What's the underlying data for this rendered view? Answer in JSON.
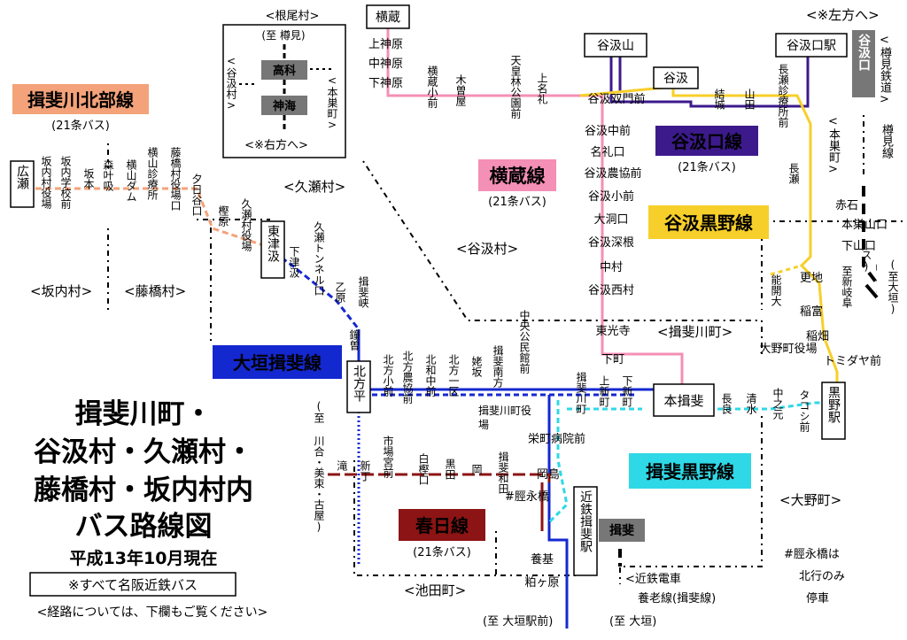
{
  "title": {
    "lines": [
      "揖斐川町・",
      "谷汲村・久瀬村・",
      "藤橋村・坂内村内",
      "バス路線図"
    ],
    "date": "平成13年10月現在",
    "operator_note": "※すべて名阪近鉄バス",
    "route_note": "<経路については、下欄もご覧ください>"
  },
  "lines": {
    "ibigawa_hokubu": {
      "name": "揖斐川北部線",
      "sub": "(21条バス)",
      "color": "#f4a27a"
    },
    "yokokura": {
      "name": "横蔵線",
      "sub": "(21条バス)",
      "color": "#f48fb5"
    },
    "tanigumi_guchi": {
      "name": "谷汲口線",
      "sub": "(21条バス)",
      "color": "#3c1a8c"
    },
    "tanigumi_kurono": {
      "name": "谷汲黒野線",
      "color": "#f7cf2a"
    },
    "ogaki_ibi": {
      "name": "大垣揖斐線",
      "color": "#1428d0"
    },
    "ibi_kurono": {
      "name": "揖斐黒野線",
      "color": "#2fd8e6"
    },
    "kasuga": {
      "name": "春日線",
      "sub": "(21条バス)",
      "color": "#8c1414"
    }
  },
  "municipalities": {
    "sakauchi": "<坂内村>",
    "fujihashi": "<藤橋村>",
    "kuse": "<久瀬村>",
    "tanigumi": "<谷汲村>",
    "ibigawa": "<揖斐川町>",
    "ono": "<大野町>",
    "ikeda": "<池田町>",
    "left_top": "<※左方へ>",
    "neo_top": "<根尾村>"
  },
  "inset": {
    "top": "<根尾村>",
    "dest": "(至 樽見)",
    "stops": [
      "高科",
      "神海"
    ],
    "left": "<谷汲村>",
    "right": "<本巣町>",
    "bottom": "<※右方へ>"
  },
  "stations": {
    "tanigumi_station": "谷汲口駅",
    "tanigumi_rail": "谷汲口",
    "tarumi_line": "<樽見鉄道>",
    "tarumi_sen": "樽見線",
    "honsu_cho": "<本巣町>",
    "gifu_bus": "(岐阜バス)",
    "to_shingifu": "至新岐阜",
    "to_ogaki_r": "(至大垣)",
    "kintetsu_ibi": "近鉄揖斐駅",
    "ibi_rail": "揖斐",
    "kintetsu_line1": "<近鉄電車",
    "kintetsu_line2": "養老線(揖斐線)",
    "to_ogaki_b": "(至 大垣)",
    "to_ogaki_st": "(至 大垣駅前)",
    "to_kawai": "(至 川合・美束・古屋)",
    "honibi": "本揖斐",
    "kurono": "黒野駅",
    "hatonagabashi1": "#脛永橋は",
    "hatonagabashi2": "北行のみ",
    "hatonagabashi3": "停車"
  },
  "stops": {
    "hokubu": [
      "広瀬",
      "坂内村役場",
      "坂内学校前",
      "坂本",
      "森叶吸",
      "横山ダム",
      "横山診療所",
      "藤橋村役場口",
      "夕日谷口",
      "樫原",
      "久瀬村役場",
      "東津汲",
      "下津汲",
      "久瀬トンネル口",
      "乙原",
      "揖斐峡"
    ],
    "yokokura": [
      "横蔵",
      "上神原",
      "中神原",
      "下神原",
      "横蔵小前",
      "木曽屋",
      "天皇林公園前",
      "上名礼",
      "谷汲双門前",
      "谷汲中前",
      "名礼口",
      "谷汲農協前",
      "谷汲小前",
      "大洞口",
      "谷汲深根",
      "中村",
      "谷汲西村",
      "東光寺",
      "下町"
    ],
    "tanigumi": [
      "谷汲山",
      "谷汲",
      "結城",
      "山田",
      "長瀬診療所前",
      "長瀬",
      "赤石",
      "本巣山口",
      "下山口",
      "更地",
      "能開大",
      "稲富",
      "稲畑",
      "大野町役場",
      "トミダヤ前"
    ],
    "ogaki": [
      "鐘曽",
      "北方平",
      "北方小前",
      "北方農協前",
      "北和中前",
      "北方一区",
      "姥坂",
      "揖斐南方",
      "中央公民館前",
      "揖斐川町",
      "上新町",
      "下新町",
      "揖斐川町役場",
      "栄町病院前",
      "養基",
      "粕ヶ原"
    ],
    "kurono": [
      "長良",
      "清水",
      "中之元",
      "タコシ前"
    ],
    "kasuga": [
      "滝",
      "新丁",
      "市場宮前",
      "白樫口",
      "黒田",
      "岡",
      "揖斐和田",
      "岡島",
      "#脛永橋"
    ]
  }
}
